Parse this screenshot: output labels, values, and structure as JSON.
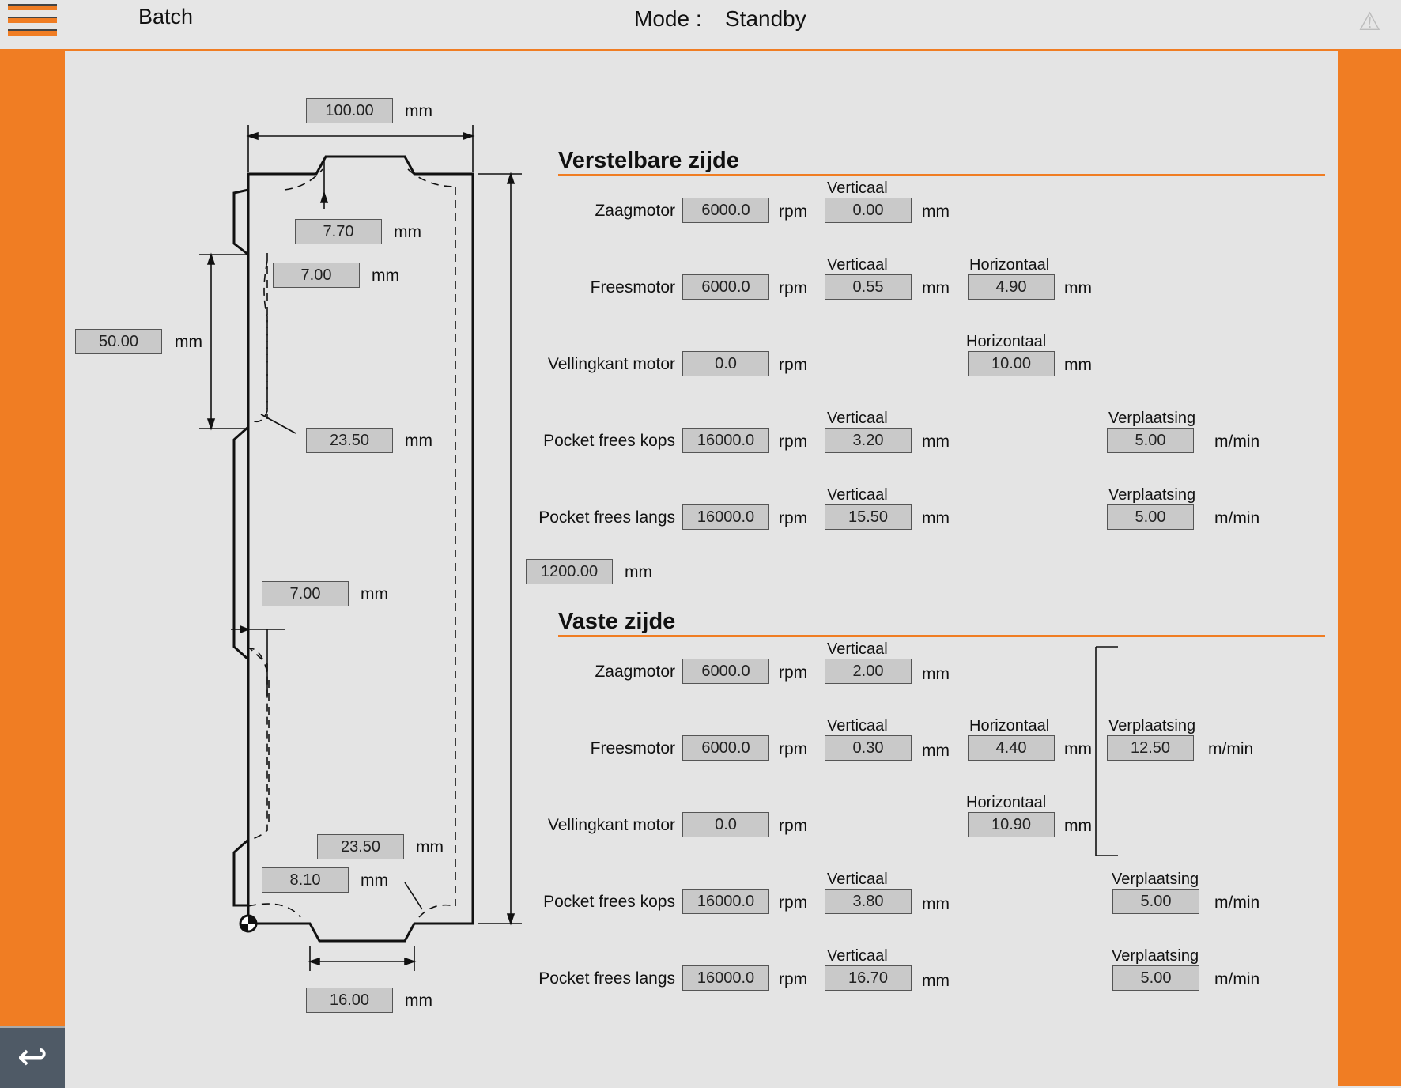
{
  "header": {
    "menu_icon": "hamburger-menu-icon",
    "title": "Batch",
    "mode_label": "Mode :",
    "mode_value": "Standby",
    "warning_icon": "warning-triangle-icon"
  },
  "nav": {
    "back_icon": "back-arrow-icon",
    "back_glyph": "↩"
  },
  "colors": {
    "accent": "#f07d23",
    "field_bg": "#c9c9c9",
    "background": "#e4e4e4",
    "back_button": "#4f5a66"
  },
  "diagram": {
    "top_width": {
      "value": "100.00",
      "unit": "mm"
    },
    "top_notch_depth": {
      "value": "7.70",
      "unit": "mm"
    },
    "upper_radius": {
      "value": "7.00",
      "unit": "mm"
    },
    "left_pocket_length": {
      "value": "50.00",
      "unit": "mm"
    },
    "upper_pocket_pos": {
      "value": "23.50",
      "unit": "mm"
    },
    "lower_radius": {
      "value": "7.00",
      "unit": "mm"
    },
    "lower_pocket_pos": {
      "value": "23.50",
      "unit": "mm"
    },
    "bottom_notch_depth": {
      "value": "8.10",
      "unit": "mm"
    },
    "bottom_width": {
      "value": "16.00",
      "unit": "mm"
    },
    "total_length": {
      "value": "1200.00",
      "unit": "mm"
    }
  },
  "verstelbare": {
    "title": "Verstelbare zijde",
    "rows": [
      {
        "label": "Zaagmotor",
        "rpm": "6000.0",
        "rpm_unit": "rpm",
        "vert_label": "Verticaal",
        "vert": "0.00",
        "vert_unit": "mm"
      },
      {
        "label": "Freesmotor",
        "rpm": "6000.0",
        "rpm_unit": "rpm",
        "vert_label": "Verticaal",
        "vert": "0.55",
        "vert_unit": "mm",
        "hor_label": "Horizontaal",
        "hor": "4.90",
        "hor_unit": "mm"
      },
      {
        "label": "Vellingkant motor",
        "rpm": "0.0",
        "rpm_unit": "rpm",
        "hor_label": "Horizontaal",
        "hor": "10.00",
        "hor_unit": "mm"
      },
      {
        "label": "Pocket frees kops",
        "rpm": "16000.0",
        "rpm_unit": "rpm",
        "vert_label": "Verticaal",
        "vert": "3.20",
        "vert_unit": "mm",
        "move_label": "Verplaatsing",
        "move": "5.00",
        "move_unit": "m/min"
      },
      {
        "label": "Pocket frees langs",
        "rpm": "16000.0",
        "rpm_unit": "rpm",
        "vert_label": "Verticaal",
        "vert": "15.50",
        "vert_unit": "mm",
        "move_label": "Verplaatsing",
        "move": "5.00",
        "move_unit": "m/min"
      }
    ]
  },
  "vaste": {
    "title": "Vaste zijde",
    "rows": [
      {
        "label": "Zaagmotor",
        "rpm": "6000.0",
        "rpm_unit": "rpm",
        "vert_label": "Verticaal",
        "vert": "2.00",
        "vert_unit": "mm"
      },
      {
        "label": "Freesmotor",
        "rpm": "6000.0",
        "rpm_unit": "rpm",
        "vert_label": "Verticaal",
        "vert": "0.30",
        "vert_unit": "mm",
        "hor_label": "Horizontaal",
        "hor": "4.40",
        "hor_unit": "mm",
        "move_label": "Verplaatsing",
        "move": "12.50",
        "move_unit": "m/min"
      },
      {
        "label": "Vellingkant motor",
        "rpm": "0.0",
        "rpm_unit": "rpm",
        "hor_label": "Horizontaal",
        "hor": "10.90",
        "hor_unit": "mm"
      },
      {
        "label": "Pocket frees kops",
        "rpm": "16000.0",
        "rpm_unit": "rpm",
        "vert_label": "Verticaal",
        "vert": "3.80",
        "vert_unit": "mm",
        "move_label": "Verplaatsing",
        "move": "5.00",
        "move_unit": "m/min"
      },
      {
        "label": "Pocket frees langs",
        "rpm": "16000.0",
        "rpm_unit": "rpm",
        "vert_label": "Verticaal",
        "vert": "16.70",
        "vert_unit": "mm",
        "move_label": "Verplaatsing",
        "move": "5.00",
        "move_unit": "m/min"
      }
    ]
  }
}
